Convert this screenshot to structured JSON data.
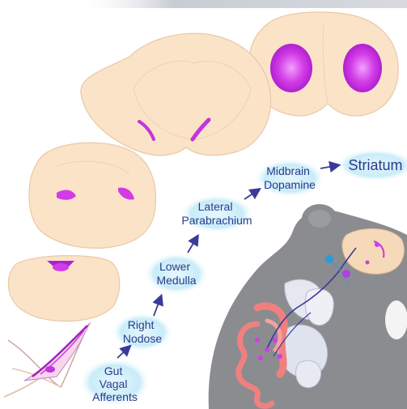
{
  "pathway": {
    "gut_vagal": [
      "Gut",
      "Vagal",
      "Afferents"
    ],
    "right_nodose": [
      "Right",
      "Nodose"
    ],
    "lower_medulla": [
      "Lower",
      "Medulla"
    ],
    "lateral_parabrachium": [
      "Lateral",
      "Parabrachium"
    ],
    "midbrain_dopamine": [
      "Midbrain",
      "Dopamine"
    ],
    "striatum": "Striatum"
  },
  "colors": {
    "label_text": "#2a3a8c",
    "bubble": "#c8ecf8",
    "tissue": "#fbe3c8",
    "tissue_outline": "#e8c8a8",
    "stain": "#d23ce6",
    "arrow": "#3a3a9a",
    "mouse": "#8a8c90",
    "gut": "#f08080"
  }
}
